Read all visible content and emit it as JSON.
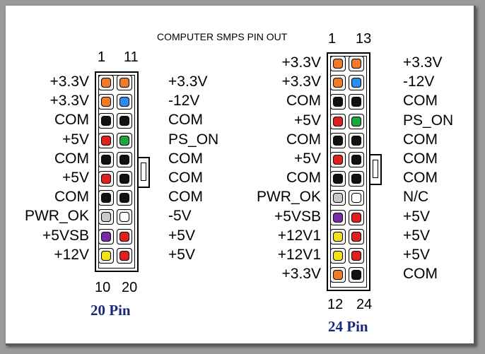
{
  "title": "COMPUTER SMPS PIN OUT",
  "colors": {
    "orange": "#f07a2a",
    "blue": "#2a8ef0",
    "black": "#111111",
    "red": "#e0201e",
    "green": "#1aa83a",
    "gray": "#c8c8c8",
    "white": "#ffffff",
    "purple": "#7a2aa8",
    "yellow": "#f2e21a"
  },
  "conn20": {
    "caption": "20 Pin",
    "top_numbers": [
      "1",
      "11"
    ],
    "bottom_numbers": [
      "10",
      "20"
    ],
    "left_labels": [
      "+3.3V",
      "+3.3V",
      "COM",
      "+5V",
      "COM",
      "+5V",
      "COM",
      "PWR_OK",
      "+5VSB",
      "+12V"
    ],
    "right_labels": [
      "+3.3V",
      "-12V",
      "COM",
      "PS_ON",
      "COM",
      "COM",
      "COM",
      "-5V",
      "+5V",
      "+5V"
    ],
    "left_colors": [
      "orange",
      "orange",
      "black",
      "red",
      "black",
      "red",
      "black",
      "gray",
      "purple",
      "yellow"
    ],
    "right_colors": [
      "orange",
      "blue",
      "black",
      "green",
      "black",
      "black",
      "black",
      "white",
      "red",
      "red"
    ]
  },
  "conn24": {
    "caption": "24 Pin",
    "top_numbers": [
      "1",
      "13"
    ],
    "bottom_numbers": [
      "12",
      "24"
    ],
    "left_labels": [
      "+3.3V",
      "+3.3V",
      "COM",
      "+5V",
      "COM",
      "+5V",
      "COM",
      "PWR_OK",
      "+5VSB",
      "+12V1",
      "+12V1",
      "+3.3V"
    ],
    "right_labels": [
      "+3.3V",
      "-12V",
      "COM",
      "PS_ON",
      "COM",
      "COM",
      "COM",
      "N/C",
      "+5V",
      "+5V",
      "+5V",
      "COM"
    ],
    "left_colors": [
      "orange",
      "orange",
      "black",
      "red",
      "black",
      "red",
      "black",
      "gray",
      "purple",
      "yellow",
      "yellow",
      "orange"
    ],
    "right_colors": [
      "orange",
      "blue",
      "black",
      "green",
      "black",
      "black",
      "black",
      "white",
      "red",
      "red",
      "red",
      "black"
    ]
  }
}
